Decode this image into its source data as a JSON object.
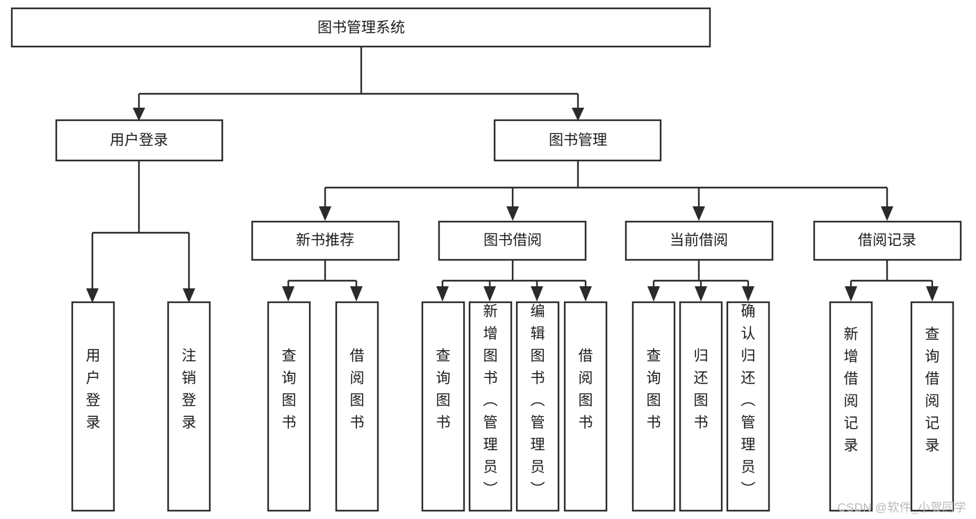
{
  "diagram": {
    "type": "tree-hierarchy",
    "title": "图书管理系统",
    "orientation": "top-down",
    "colors": {
      "box_fill": "#ffffff",
      "box_stroke": "#2b2b2b",
      "text": "#1c1c1c",
      "background": "#ffffff",
      "watermark": "#b9b9b9"
    },
    "root": {
      "label": "图书管理系统"
    },
    "level2": [
      {
        "label": "用户登录"
      },
      {
        "label": "图书管理"
      }
    ],
    "level3": [
      {
        "label": "新书推荐"
      },
      {
        "label": "图书借阅"
      },
      {
        "label": "当前借阅"
      },
      {
        "label": "借阅记录"
      }
    ],
    "leaves": {
      "user_login": [
        {
          "label": "用户登录"
        },
        {
          "label": "注销登录"
        }
      ],
      "new_book_recommend": [
        {
          "label": "查询图书"
        },
        {
          "label": "借阅图书"
        }
      ],
      "book_borrow": [
        {
          "label": "查询图书"
        },
        {
          "label": "新增图书（管理员）"
        },
        {
          "label": "编辑图书（管理员）"
        },
        {
          "label": "借阅图书"
        }
      ],
      "current_borrow": [
        {
          "label": "查询图书"
        },
        {
          "label": "归还图书"
        },
        {
          "label": "确认归还（管理员）"
        }
      ],
      "borrow_record": [
        {
          "label": "新增借阅记录"
        },
        {
          "label": "查询借阅记录"
        }
      ]
    },
    "watermark": "CSDN @软件_小贺同学"
  }
}
